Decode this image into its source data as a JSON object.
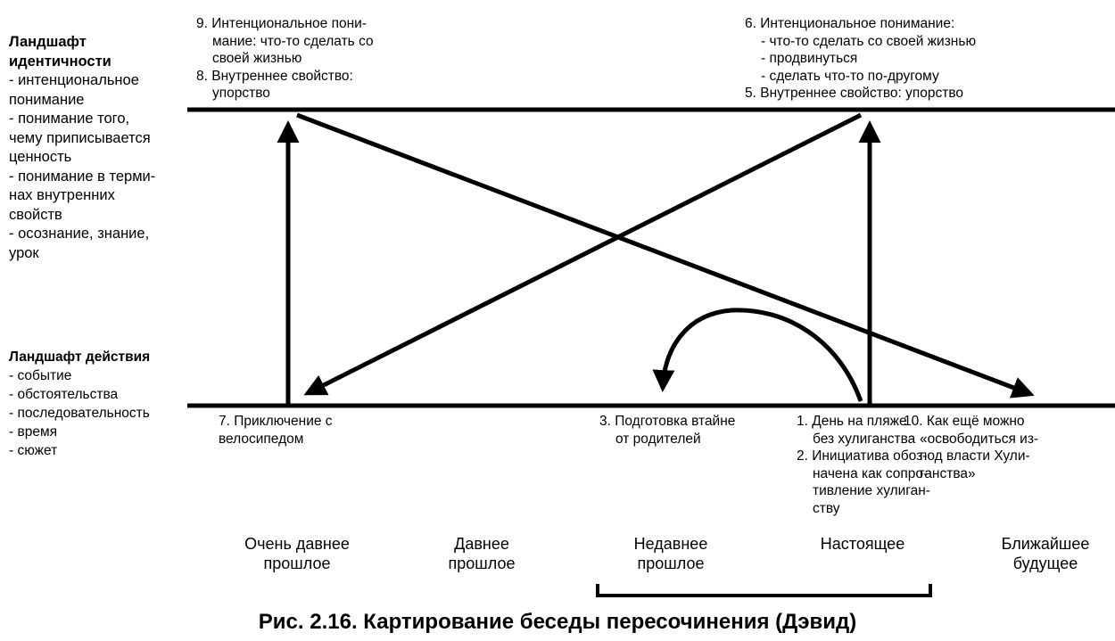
{
  "identity": {
    "title_lines": [
      "Ландшафт",
      "идентичности"
    ],
    "items": [
      "- интенциональное",
      "понимание",
      "- понимание того,",
      "чему приписывается",
      "ценность",
      "- понимание в терми-",
      "нах внутренних",
      "свойств",
      "- осознание, знание,",
      "урок"
    ]
  },
  "action": {
    "title": "Ландшафт действия",
    "items": [
      "- событие",
      "- обстоятельства",
      "- последовательность",
      "- время",
      "- сюжет"
    ]
  },
  "top_left": {
    "l1": "9. Интенциональное пони-",
    "l2": "мание: что-то сделать со",
    "l3": "своей жизнью",
    "l4": "8. Внутреннее свойство:",
    "l5": "упорство"
  },
  "top_right": {
    "l1": "6. Интенциональное понимание:",
    "l2": "- что-то сделать со своей жизнью",
    "l3": "- продвинуться",
    "l4": "- сделать что-то по-другому",
    "l5": "5. Внутреннее свойство: упорство"
  },
  "bottom": {
    "e7": [
      "7. Приключение с",
      "велосипедом"
    ],
    "e3": [
      "3. Подготовка втайне",
      "от родителей"
    ],
    "e12": [
      "1. День на пляже",
      "без хулиганства",
      "2. Инициатива обоз-",
      "начена как сопро-",
      "тивление хулиган-",
      "ству"
    ],
    "e10": [
      "10. Как ещё можно",
      "«освободиться из-",
      "под власти  Хули-",
      "ганства»"
    ]
  },
  "time": [
    [
      "Очень давнее",
      "прошлое"
    ],
    [
      "Давнее",
      "прошлое"
    ],
    [
      "Недавнее",
      "прошлое"
    ],
    [
      "Настоящее",
      ""
    ],
    [
      "Ближайшее",
      "будущее"
    ]
  ],
  "caption": "Рис. 2.16. Картирование беседы пересочинения (Дэвид)"
}
